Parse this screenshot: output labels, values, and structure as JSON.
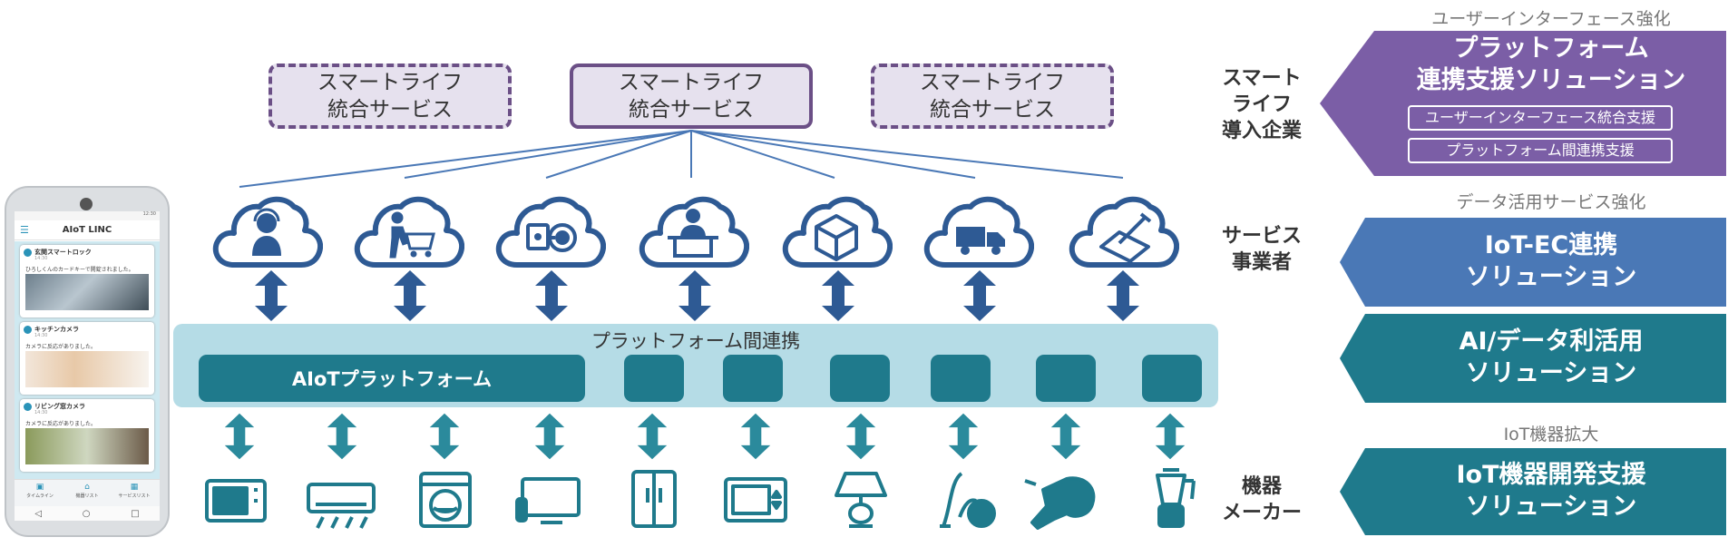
{
  "top_services": [
    {
      "line1": "スマートライフ",
      "line2": "統合サービス",
      "style": "dashed"
    },
    {
      "line1": "スマートライフ",
      "line2": "統合サービス",
      "style": "solid"
    },
    {
      "line1": "スマートライフ",
      "line2": "統合サービス",
      "style": "dashed"
    }
  ],
  "cloud_icons": [
    "operator-icon",
    "delivery-cart-icon",
    "smart-lock-icon",
    "desk-worker-icon",
    "package-icon",
    "truck-icon",
    "signature-icon"
  ],
  "platform": {
    "band_label": "プラットフォーム間連携",
    "main_label": "AIoTプラットフォーム"
  },
  "devices": [
    "microwave-icon",
    "air-conditioner-icon",
    "washing-machine-icon",
    "television-icon",
    "refrigerator-icon",
    "oven-icon",
    "lamp-icon",
    "vacuum-cleaner-icon",
    "hair-dryer-icon",
    "blender-icon"
  ],
  "row_labels": {
    "row1": [
      "スマート",
      "ライフ",
      "導入企業"
    ],
    "row2": [
      "サービス",
      "事業者"
    ],
    "row3": [
      "機器",
      "メーカー"
    ]
  },
  "solutions": [
    {
      "header": "ユーザーインターフェース強化",
      "title1": "プラットフォーム",
      "title2": "連携支援ソリューション",
      "sub1": "ユーザーインターフェース統合支援",
      "sub2": "プラットフォーム間連携支援",
      "color": "#7b5ea6"
    },
    {
      "header": "データ活用サービス強化",
      "title1": "IoT-EC連携",
      "title2": "ソリューション",
      "color": "#4a78b6"
    },
    {
      "title1": "AI/データ利活用",
      "title2": "ソリューション",
      "color": "#1f7a8c"
    },
    {
      "header": "IoT機器拡大",
      "title1": "IoT機器開発支援",
      "title2": "ソリューション",
      "color": "#1f7a8c"
    }
  ],
  "phone": {
    "app_title": "AIoT LINC",
    "status_time": "12:30",
    "cards": [
      {
        "title": "玄関スマートロック",
        "time": "14:30",
        "message": "ひろしくんのカードキーで開錠されました。"
      },
      {
        "title": "キッチンカメラ",
        "time": "14:30",
        "message": "カメラに反応がありました。"
      },
      {
        "title": "リビング窓カメラ",
        "time": "14:30",
        "message": "カメラに反応がありました。"
      }
    ],
    "tabs": [
      "タイムライン",
      "機器リスト",
      "サービスリスト"
    ]
  },
  "colors": {
    "navy": "#2e5a94",
    "teal": "#1f7a8c",
    "purple": "#7b5ea6",
    "blue": "#4a78b6"
  }
}
